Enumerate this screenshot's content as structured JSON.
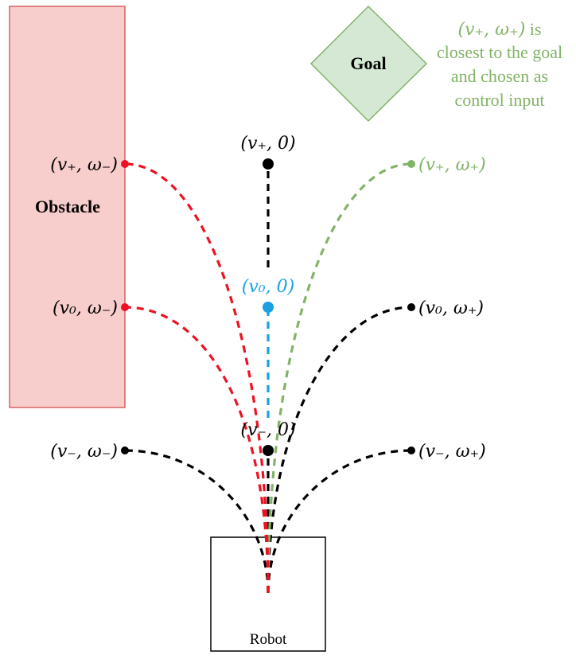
{
  "obstacle": {
    "label": "Obstacle"
  },
  "goal": {
    "label": "Goal",
    "note_math": "(v₊, ω₊)",
    "note_is": " is",
    "note_lines": [
      "closest to the goal",
      "and chosen as",
      "control input"
    ]
  },
  "robot": {
    "label": "Robot"
  },
  "labels": {
    "vplus_0": "(v₊, 0)",
    "v0_0": "(v₀, 0)",
    "vminus_0": "(v₋, 0)",
    "vplus_wminus": "(v₊, ω₋)",
    "v0_wminus": "(v₀, ω₋)",
    "vminus_wminus": "(v₋, ω₋)",
    "vplus_wplus": "(v₊, ω₊)",
    "v0_wplus": "(v₀, ω₊)",
    "vminus_wplus": "(v₋, ω₊)"
  },
  "colors": {
    "collision": "#ee1122",
    "chosen": "#82b366",
    "straight": "#1ba1e2",
    "default": "#000000",
    "obstacle_fill": "#f8cecc",
    "obstacle_stroke": "#d86060",
    "goal_fill": "#d5e8d4",
    "goal_stroke": "#82b366"
  }
}
